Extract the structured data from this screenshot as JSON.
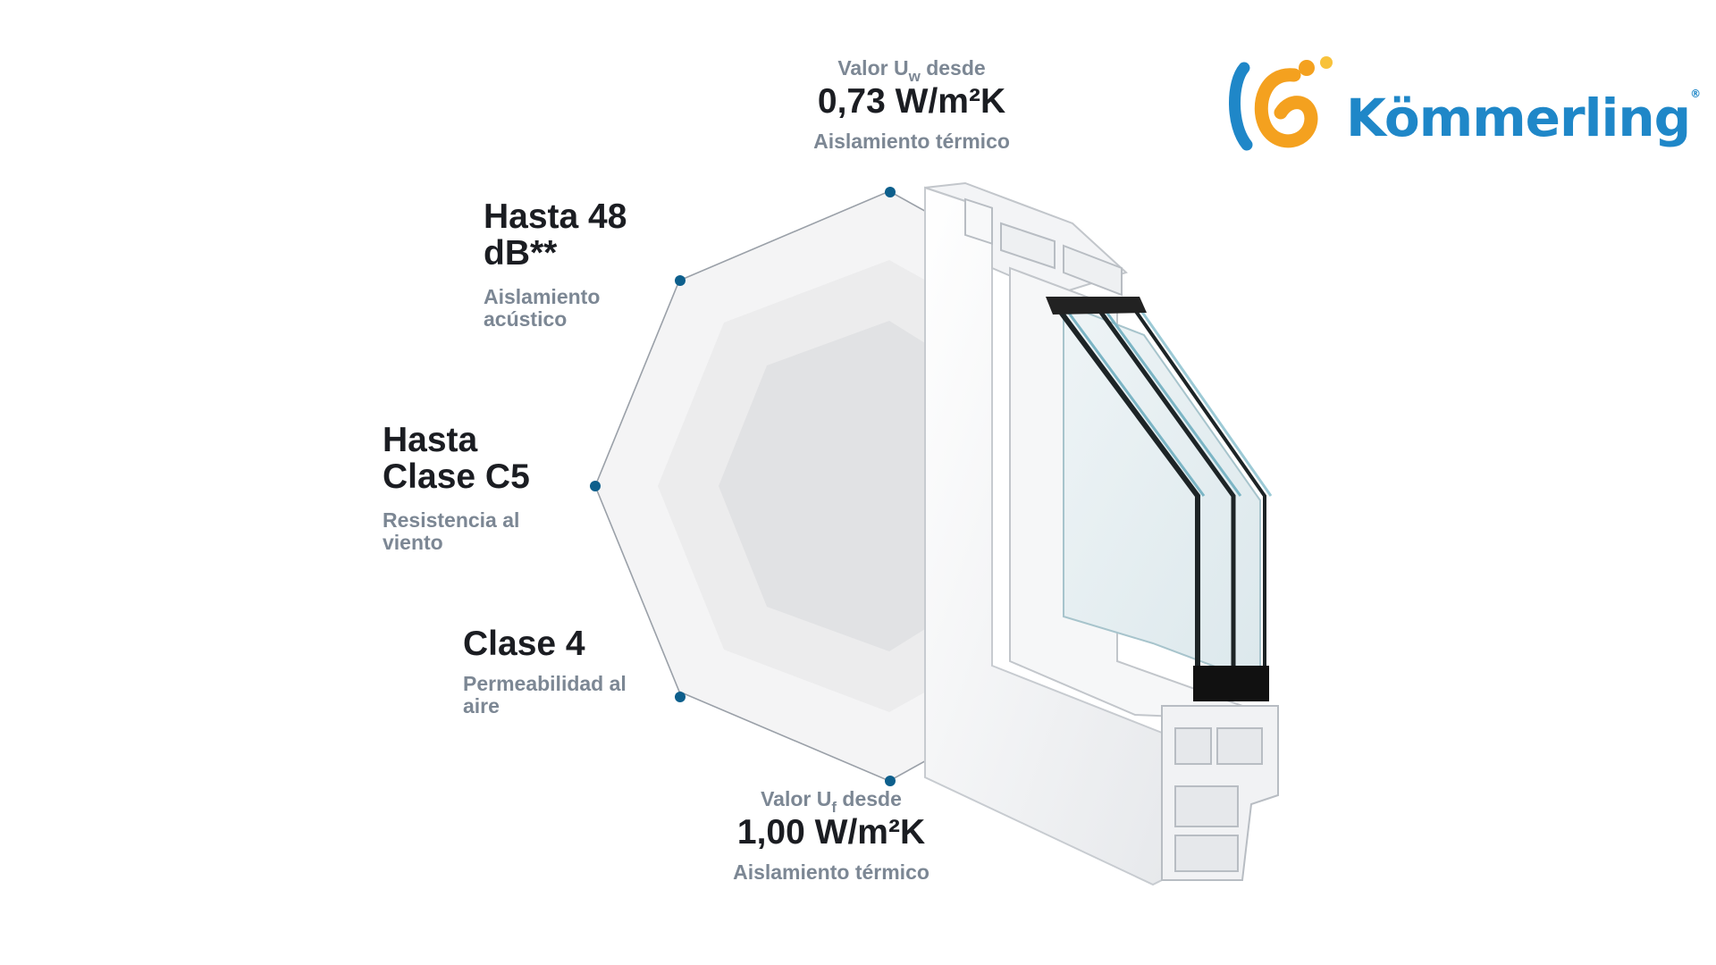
{
  "brand": {
    "name": "Kömmerling",
    "registered_mark": "®",
    "colors": {
      "blue": "#1f87c8",
      "orange": "#f4a11f"
    }
  },
  "colors": {
    "heading": "#1b1d22",
    "caption": "#7c8794",
    "dot": "#0d5f8c"
  },
  "top_spec": {
    "label_prefix": "Valor U",
    "label_sub": "w",
    "label_suffix": " desde",
    "value": "0,73 W/m²K",
    "caption": "Aislamiento térmico"
  },
  "bottom_spec": {
    "label_prefix": "Valor U",
    "label_sub": "f",
    "label_suffix": " desde",
    "value": "1,00 W/m²K",
    "caption": "Aislamiento térmico"
  },
  "acoustic": {
    "value_line1": "Hasta 48",
    "value_line2": "dB**",
    "caption_line1": "Aislamiento",
    "caption_line2": "acústico"
  },
  "wind": {
    "value_line1": "Hasta",
    "value_line2": "Clase C5",
    "caption_line1": "Resistencia al",
    "caption_line2": "viento"
  },
  "air": {
    "value": "Clase 4",
    "caption_line1": "Permeabilidad al",
    "caption_line2": "aire"
  }
}
